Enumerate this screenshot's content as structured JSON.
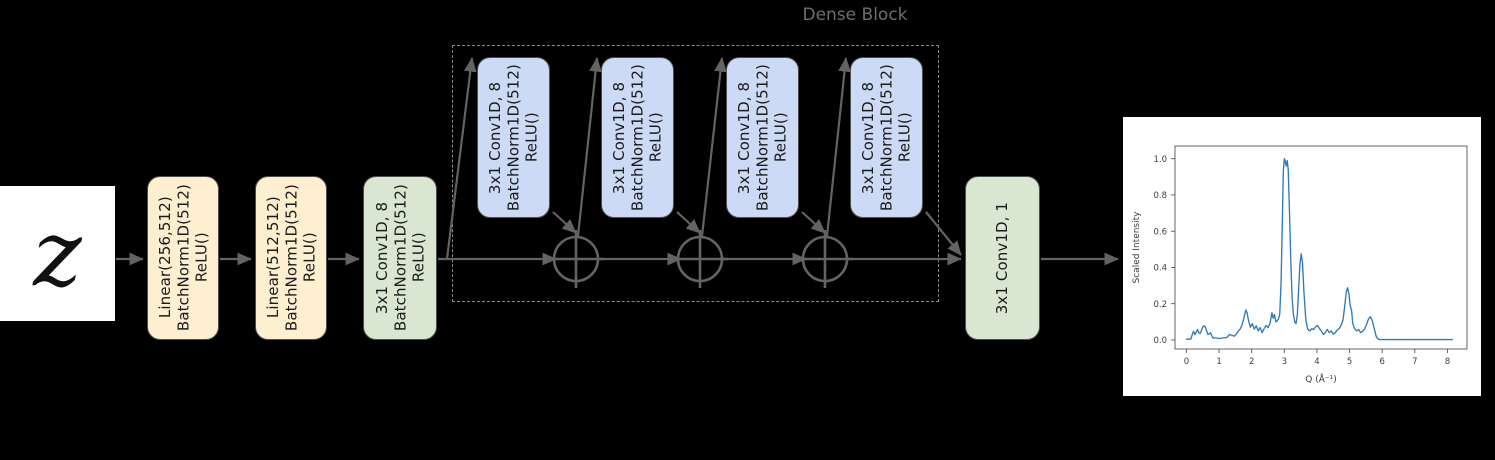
{
  "diagram": {
    "title": "Dense Block",
    "input": {
      "symbol": "z",
      "name": "latent-vector"
    },
    "blocks": [
      {
        "id": "fc1",
        "color": "#fdefd0",
        "lines": "Linear(256,512)\nBatchNorm1D(512)\nReLU()"
      },
      {
        "id": "fc2",
        "color": "#fdefd0",
        "lines": "Linear(512,512)\nBatchNorm1D(512)\nReLU()"
      },
      {
        "id": "conv-in",
        "color": "#d9e7d2",
        "lines": "3x1 Conv1D, 8\nBatchNorm1D(512)\nReLU()"
      },
      {
        "id": "dense-1",
        "color": "#ccdaf5",
        "lines": "3x1 Conv1D, 8\nBatchNorm1D(512)\nReLU()"
      },
      {
        "id": "dense-2",
        "color": "#ccdaf5",
        "lines": "3x1 Conv1D, 8\nBatchNorm1D(512)\nReLU()"
      },
      {
        "id": "dense-3",
        "color": "#ccdaf5",
        "lines": "3x1 Conv1D, 8\nBatchNorm1D(512)\nReLU()"
      },
      {
        "id": "dense-4",
        "color": "#ccdaf5",
        "lines": "3x1 Conv1D, 8\nBatchNorm1D(512)\nReLU()"
      },
      {
        "id": "conv-out",
        "color": "#d9e7d2",
        "lines": "3x1 Conv1D, 1"
      }
    ],
    "sum_nodes": [
      {
        "id": "sum-1",
        "symbol": "plus-circle"
      },
      {
        "id": "sum-2",
        "symbol": "plus-circle"
      },
      {
        "id": "sum-3",
        "symbol": "plus-circle"
      }
    ],
    "colors": {
      "yellow": "#fdefd0",
      "green": "#d9e7d2",
      "blue": "#ccdaf5",
      "stroke": "#4d4d4d",
      "arrow": "#636363",
      "dashed": "#8a8a8a",
      "title": "#6e6e6e",
      "background": "#000000"
    }
  },
  "chart_data": {
    "type": "line",
    "title": "",
    "xlabel": "Q (Å⁻¹)",
    "ylabel": "Scaled Intensity",
    "xlim": [
      -0.35,
      8.6
    ],
    "ylim": [
      -0.05,
      1.07
    ],
    "xticks": [
      "0",
      "1",
      "2",
      "3",
      "4",
      "5",
      "6",
      "7",
      "8"
    ],
    "xtick_values": [
      0,
      1,
      2,
      3,
      4,
      5,
      6,
      7,
      8
    ],
    "yticks": [
      "0.0",
      "0.2",
      "0.4",
      "0.6",
      "0.8",
      "1.0"
    ],
    "ytick_values": [
      0.0,
      0.2,
      0.4,
      0.6,
      0.8,
      1.0
    ],
    "grid": false,
    "legend": null,
    "line_color": "#2f7ab8",
    "series": [
      {
        "name": "scaled intensity",
        "x": [
          0.0,
          0.08,
          0.14,
          0.18,
          0.22,
          0.26,
          0.3,
          0.34,
          0.38,
          0.42,
          0.46,
          0.5,
          0.54,
          0.58,
          0.62,
          0.66,
          0.7,
          0.74,
          0.78,
          0.82,
          0.88,
          0.94,
          1.0,
          1.08,
          1.16,
          1.24,
          1.32,
          1.4,
          1.46,
          1.52,
          1.58,
          1.64,
          1.7,
          1.76,
          1.82,
          1.86,
          1.9,
          1.96,
          2.02,
          2.08,
          2.14,
          2.2,
          2.26,
          2.32,
          2.38,
          2.44,
          2.5,
          2.56,
          2.62,
          2.66,
          2.7,
          2.74,
          2.78,
          2.82,
          2.86,
          2.9,
          2.94,
          2.97,
          3.0,
          3.03,
          3.06,
          3.09,
          3.12,
          3.16,
          3.2,
          3.24,
          3.28,
          3.32,
          3.36,
          3.4,
          3.44,
          3.48,
          3.52,
          3.56,
          3.6,
          3.66,
          3.72,
          3.78,
          3.84,
          3.9,
          3.96,
          4.02,
          4.08,
          4.14,
          4.2,
          4.26,
          4.32,
          4.38,
          4.44,
          4.5,
          4.56,
          4.62,
          4.68,
          4.74,
          4.8,
          4.86,
          4.9,
          4.94,
          4.98,
          5.02,
          5.06,
          5.1,
          5.16,
          5.22,
          5.28,
          5.34,
          5.4,
          5.46,
          5.52,
          5.58,
          5.64,
          5.7,
          5.76,
          5.82,
          5.88,
          5.94,
          6.0,
          6.4,
          6.9,
          7.4,
          7.9,
          8.15
        ],
        "y": [
          0.005,
          0.004,
          0.006,
          0.03,
          0.048,
          0.03,
          0.042,
          0.058,
          0.04,
          0.036,
          0.052,
          0.07,
          0.078,
          0.072,
          0.05,
          0.03,
          0.034,
          0.04,
          0.022,
          0.01,
          0.012,
          0.01,
          0.008,
          0.01,
          0.012,
          0.014,
          0.03,
          0.026,
          0.02,
          0.03,
          0.046,
          0.058,
          0.08,
          0.12,
          0.165,
          0.15,
          0.11,
          0.07,
          0.09,
          0.06,
          0.078,
          0.05,
          0.068,
          0.04,
          0.062,
          0.08,
          0.068,
          0.09,
          0.15,
          0.12,
          0.14,
          0.1,
          0.105,
          0.115,
          0.14,
          0.31,
          0.65,
          0.93,
          1.0,
          0.985,
          0.96,
          0.99,
          0.94,
          0.7,
          0.43,
          0.23,
          0.14,
          0.1,
          0.09,
          0.14,
          0.28,
          0.42,
          0.475,
          0.42,
          0.27,
          0.11,
          0.058,
          0.05,
          0.062,
          0.058,
          0.072,
          0.08,
          0.062,
          0.048,
          0.03,
          0.042,
          0.058,
          0.04,
          0.05,
          0.032,
          0.04,
          0.055,
          0.062,
          0.08,
          0.11,
          0.2,
          0.265,
          0.288,
          0.255,
          0.19,
          0.165,
          0.09,
          0.06,
          0.05,
          0.058,
          0.04,
          0.048,
          0.06,
          0.085,
          0.115,
          0.128,
          0.105,
          0.06,
          0.018,
          0.004,
          0.002,
          0.002,
          0.002,
          0.002,
          0.002,
          0.002,
          0.002
        ]
      }
    ]
  }
}
